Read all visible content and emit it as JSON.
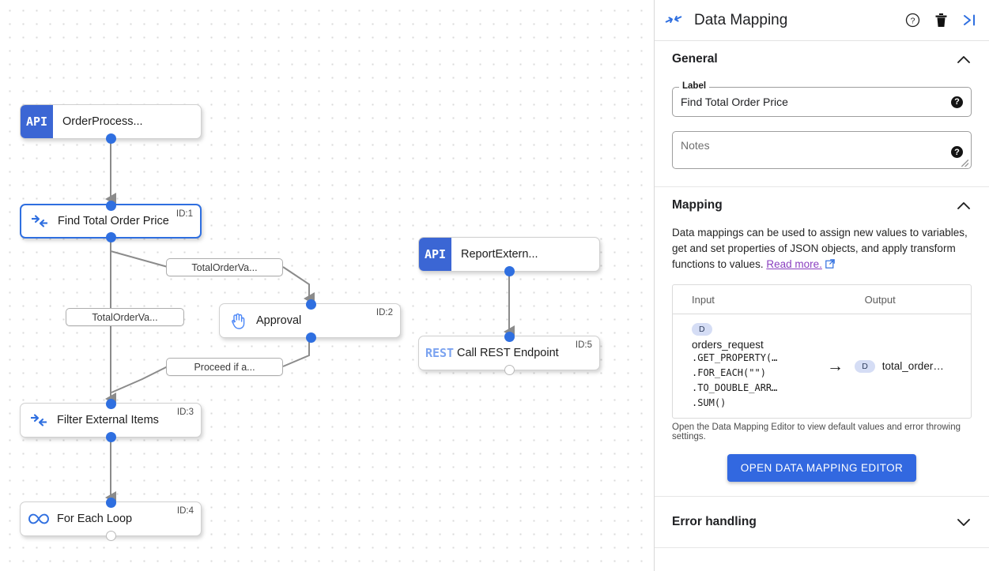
{
  "canvas": {
    "nodes": [
      {
        "id": "n0",
        "label": "OrderProcess...",
        "badge": "API",
        "icon": "api-badge",
        "node_id": "",
        "selected": false
      },
      {
        "id": "n1",
        "label": "Find Total Order Price",
        "badge": "",
        "icon": "data-mapping-icon",
        "node_id": "ID:1",
        "selected": true
      },
      {
        "id": "n2",
        "label": "Approval",
        "badge": "",
        "icon": "hand-approval-icon",
        "node_id": "ID:2",
        "selected": false
      },
      {
        "id": "n3",
        "label": "Filter External Items",
        "badge": "",
        "icon": "data-mapping-icon",
        "node_id": "ID:3",
        "selected": false
      },
      {
        "id": "n4",
        "label": "For Each Loop",
        "badge": "",
        "icon": "loop-infinity-icon",
        "node_id": "ID:4",
        "selected": false
      },
      {
        "id": "n5",
        "label": "ReportExtern...",
        "badge": "API",
        "icon": "api-badge",
        "node_id": "",
        "selected": false
      },
      {
        "id": "n6",
        "label": "Call REST Endpoint",
        "badge": "REST",
        "icon": "rest-badge",
        "node_id": "ID:5",
        "selected": false
      }
    ],
    "edge_labels": [
      {
        "id": "e0",
        "text": "TotalOrderVa..."
      },
      {
        "id": "e1",
        "text": "TotalOrderVa..."
      },
      {
        "id": "e2",
        "text": "Proceed if a..."
      }
    ]
  },
  "panel": {
    "title": "Data Mapping",
    "header_icons": {
      "help": "help-icon",
      "delete": "trash-icon",
      "collapse": "collapse-panel-icon"
    },
    "general": {
      "title": "General",
      "label_field": {
        "legend": "Label",
        "value": "Find Total Order Price",
        "help": "?"
      },
      "notes_field": {
        "placeholder": "Notes",
        "value": "",
        "help": "?"
      }
    },
    "mapping": {
      "title": "Mapping",
      "description_before": "Data mappings can be used to assign new values to variables, get and set properties of JSON objects, and apply transform functions to values. ",
      "read_more": "Read more.",
      "table": {
        "headers": [
          "Input",
          "Output"
        ],
        "rows": [
          {
            "input_badge": "D",
            "input_var": "orders_request",
            "input_expr_lines": [
              ".GET_PROPERTY(…",
              ".FOR_EACH(\"\")",
              ".TO_DOUBLE_ARR…",
              ".SUM()"
            ],
            "arrow": "→",
            "output_badge": "D",
            "output_var": "total_order…"
          }
        ]
      },
      "hint": "Open the Data Mapping Editor to view default values and error throwing settings.",
      "button": "OPEN DATA MAPPING EDITOR"
    },
    "error_handling": {
      "title": "Error handling"
    }
  },
  "colors": {
    "accent_blue": "#3268e0",
    "node_blue": "#3b66d4",
    "link_purple": "#8a3fc0",
    "rest_blue": "#7ba3f0",
    "badge_blue": "#d5ddf5"
  }
}
